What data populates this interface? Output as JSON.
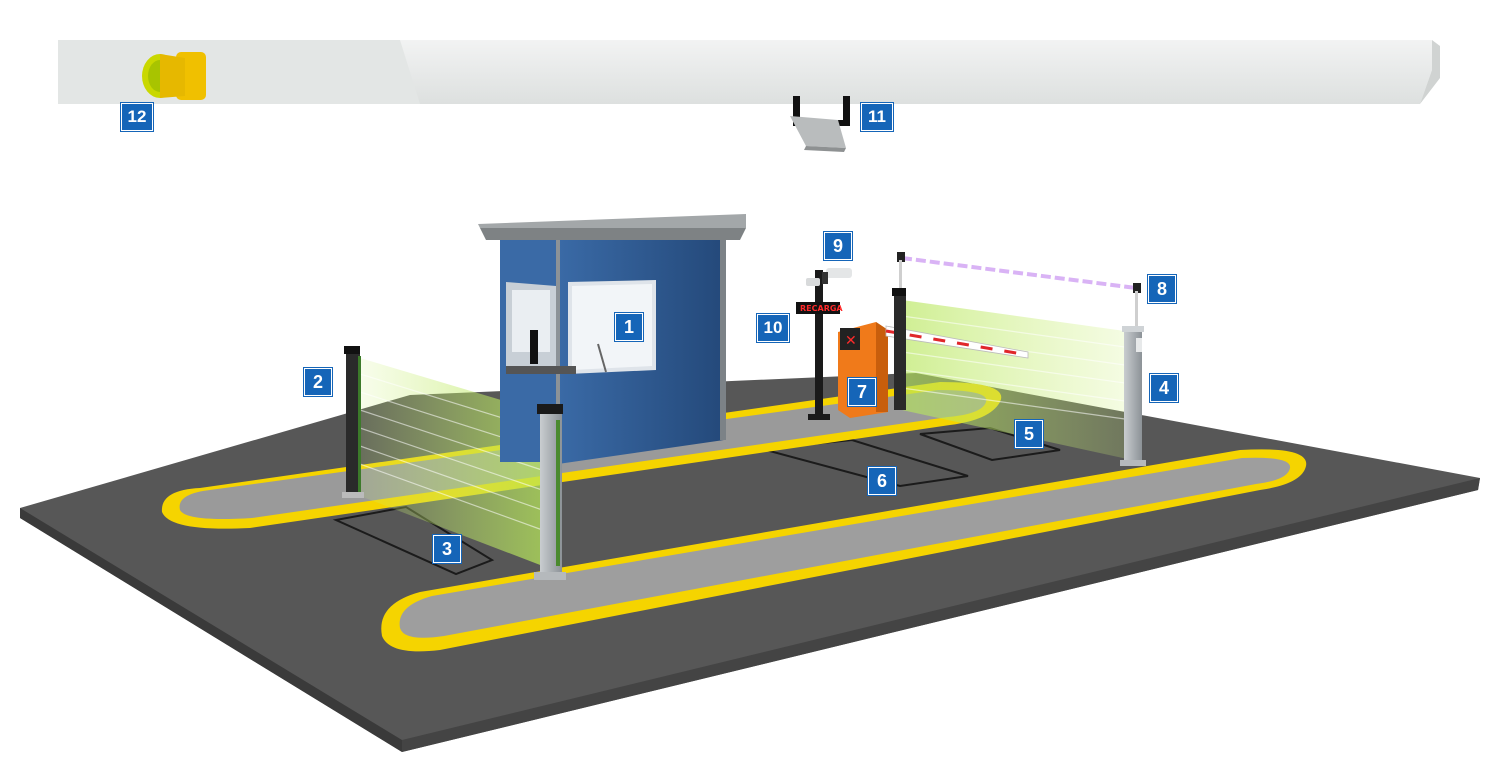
{
  "labels": [
    {
      "id": "booth",
      "number": "1"
    },
    {
      "id": "left-curtain-sensor",
      "number": "2"
    },
    {
      "id": "entry-loop-left",
      "number": "3"
    },
    {
      "id": "right-curtain-sensor",
      "number": "4"
    },
    {
      "id": "loop-right",
      "number": "5"
    },
    {
      "id": "lane",
      "number": "6"
    },
    {
      "id": "barrier-gate",
      "number": "7"
    },
    {
      "id": "overhead-beam",
      "number": "8"
    },
    {
      "id": "camera",
      "number": "9"
    },
    {
      "id": "sign-post",
      "number": "10"
    },
    {
      "id": "ceiling-reader",
      "number": "11"
    },
    {
      "id": "beacon-light",
      "number": "12"
    }
  ],
  "sign_text": "RECARGA",
  "colors": {
    "badge": "#1565b8",
    "curb": "#f5d400",
    "asphalt": "#545454",
    "island": "#9e9e9e",
    "booth": "#2e5a92",
    "barrier": "#f07a1a",
    "curtain": "#c8ec6a",
    "ceiling": "#e9ebea"
  }
}
